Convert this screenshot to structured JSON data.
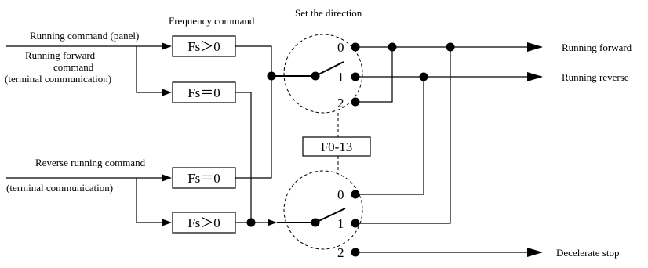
{
  "headers": {
    "frequency_command": "Frequency command",
    "set_direction": "Set the direction"
  },
  "inputs": {
    "running_command_panel": "Running command (panel)",
    "running_forward_line1": "Running forward",
    "running_forward_line2": "command",
    "running_forward_line3": "(terminal communication)",
    "reverse_running_line1": "Reverse running command",
    "reverse_running_line2": "(terminal communication)"
  },
  "boxes": {
    "top_fs_gt0": "Fs＞0",
    "top_fs_eq0": "Fs＝0",
    "bottom_fs_eq0": "Fs＝0",
    "bottom_fs_gt0": "Fs＞0"
  },
  "parameter": "F0-13",
  "switch_positions": {
    "top": [
      "0",
      "1",
      "2"
    ],
    "bottom": [
      "0",
      "1",
      "2"
    ]
  },
  "outputs": {
    "running_forward": "Running forward",
    "running_reverse": "Running reverse",
    "decelerate_stop": "Decelerate stop"
  }
}
